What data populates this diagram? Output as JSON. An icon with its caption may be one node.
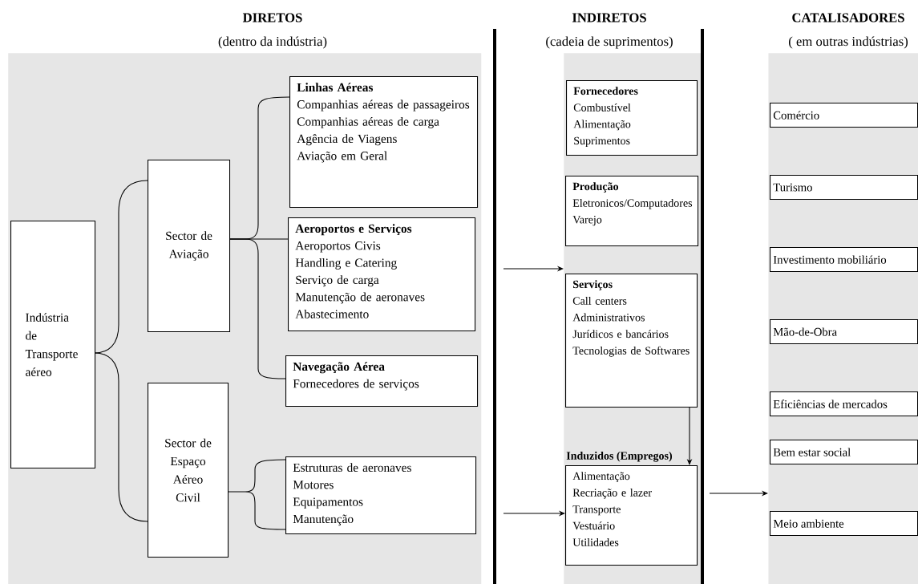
{
  "diagram": {
    "nodes": [
      {
        "text": [
          "DIRETOS",
          "(dentro da indústria)"
        ]
      },
      {
        "text": [
          "INDIRETOS",
          "(cadeia de suprimentos)"
        ]
      },
      {
        "text": [
          "CATALISADORES",
          "( em outras indústrias)"
        ]
      },
      {
        "text": [
          "Indústria de Transporte aéreo"
        ],
        "in": 0
      },
      {
        "text": [
          "Sector de Aviação"
        ],
        "in": 0
      },
      {
        "text": [
          "Sector de Espaço Aéreo Civil"
        ],
        "in": 0
      },
      {
        "text": [
          "Linhas Aéreas",
          "Companhias aéreas de passageiros",
          "Companhias aéreas de carga",
          "Agência de Viagens",
          "Aviação em Geral"
        ],
        "in": 0
      },
      {
        "text": [
          "Aeroportos e Serviços",
          "Aeroportos Civis",
          "Handling e Catering",
          "Serviço de carga",
          "Manutenção de aeronaves",
          "Abastecimento"
        ],
        "in": 0
      },
      {
        "text": [
          "Navegação Aérea",
          "Fornecedores de serviços"
        ],
        "in": 0
      },
      {
        "text": [
          "Estruturas de aeronaves",
          "Motores",
          "Equipamentos",
          "Manutenção"
        ],
        "in": 0
      },
      {
        "text": [
          "Fornecedores",
          "Combustível",
          "Alimentação",
          "Suprimentos"
        ],
        "in": 1
      },
      {
        "text": [
          "Produção",
          "Eletronicos/Computadores",
          "Varejo"
        ],
        "in": 1
      },
      {
        "text": [
          "Serviços",
          "Call centers",
          "Administrativos",
          "Jurídicos e bancários",
          "Tecnologias de Softwares"
        ],
        "in": 1
      },
      {
        "text": [
          "Induzidos (Empregos)",
          "Alimentação",
          "Recriação e lazer",
          "Transporte",
          "Vestuário",
          "Utilidades"
        ],
        "in": 1
      },
      {
        "text": [
          "Comércio"
        ],
        "in": 2
      },
      {
        "text": [
          "Turismo"
        ],
        "in": 2
      },
      {
        "text": [
          "Investimento mobiliário"
        ],
        "in": 2
      },
      {
        "text": [
          "Mão-de-Obra"
        ],
        "in": 2
      },
      {
        "text": [
          "Eficiências de mercados"
        ],
        "in": 2
      },
      {
        "text": [
          "Bem estar social"
        ],
        "in": 2
      },
      {
        "text": [
          "Meio ambiente"
        ],
        "in": 2
      }
    ],
    "edges": [
      {
        "from": null,
        "to": 1,
        "arrow": "to"
      },
      {
        "from": 3,
        "to": 4,
        "arrow": "none"
      },
      {
        "from": 3,
        "to": 5,
        "arrow": "none"
      },
      {
        "from": 4,
        "to": 6,
        "arrow": "none"
      },
      {
        "from": 4,
        "to": 7,
        "arrow": "none"
      },
      {
        "from": 4,
        "to": 8,
        "arrow": "none"
      },
      {
        "from": 5,
        "to": 9,
        "arrow": "none"
      },
      {
        "from": 12,
        "to": 13,
        "arrow": "to"
      },
      {
        "from": null,
        "to": 13,
        "arrow": "to"
      },
      {
        "from": 1,
        "to": 2,
        "arrow": "to"
      }
    ]
  }
}
